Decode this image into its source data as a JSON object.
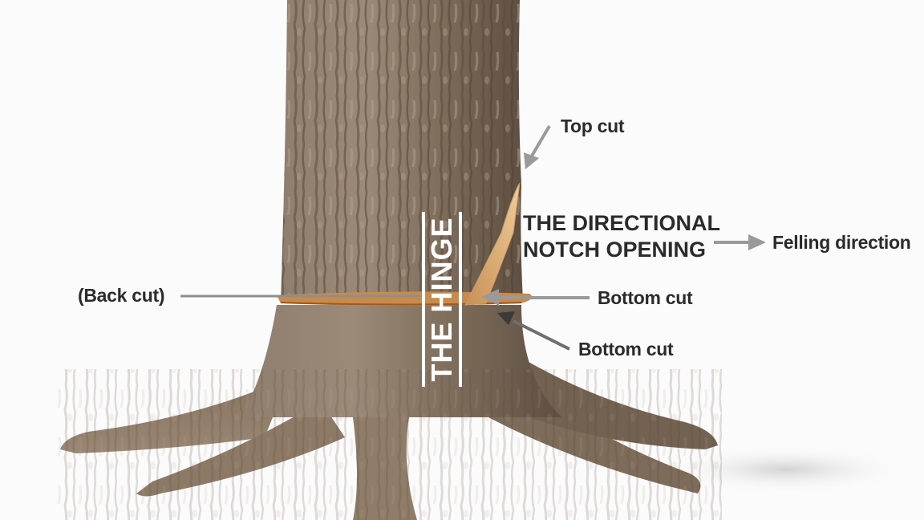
{
  "diagram": {
    "subject": "Tree felling cuts diagram",
    "labels": {
      "top_cut": "Top cut",
      "notch_line1": "THE DIRECTIONAL",
      "notch_line2": "NOTCH OPENING",
      "felling_direction": "Felling direction",
      "back_cut": "(Back cut)",
      "bottom_cut_1": "Bottom cut",
      "bottom_cut_2": "Bottom cut",
      "hinge": "THE HINGE"
    },
    "colors": {
      "background": "#fbfbfb",
      "bark_light": "#9c8a78",
      "bark_mid": "#7d6b5a",
      "bark_dark": "#54453a",
      "cut_wood": "#d9a86a",
      "cut_edge": "#b86e2e",
      "arrow_gray": "#9a9a9a",
      "arrow_dark": "#444444",
      "text": "#2b2b2b",
      "hinge_marker": "#ffffff"
    }
  }
}
